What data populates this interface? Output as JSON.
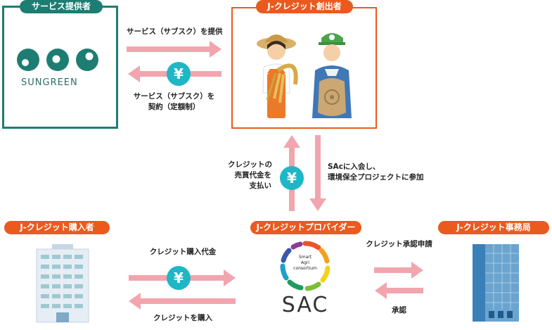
{
  "nodes": {
    "service_provider": {
      "title": "サービス提供者",
      "logo_text": "SUNGREEN"
    },
    "creator": {
      "title": "J-クレジット創出者"
    },
    "buyer": {
      "title": "J-クレジット購入者"
    },
    "provider": {
      "title": "J-クレジットプロバイダー",
      "badge_text": [
        "Smart",
        "Agri",
        "consortium"
      ],
      "logo_text": "SAC"
    },
    "office": {
      "title": "J-クレジット事務局"
    }
  },
  "edges": {
    "provide_service": "サービス（サブスク）を提供",
    "contract_line1": "サービス（サブスク）を",
    "contract_line2": "契約（定額制）",
    "pay_line1": "クレジットの",
    "pay_line2": "売買代金を",
    "pay_line3": "支払い",
    "join_line1": "SAcに入会し、",
    "join_line2": "環境保全プロジェクトに参加",
    "purchase_price": "クレジット購入代金",
    "buy_credit": "クレジットを購入",
    "apply": "クレジット承認申請",
    "approve": "承認"
  },
  "yen_symbol": "¥",
  "colors": {
    "teal": "#1e7d73",
    "orange": "#ea5a1e",
    "arrow_pink": "#f2a5ae",
    "yen_cyan": "#1fb6c6"
  }
}
